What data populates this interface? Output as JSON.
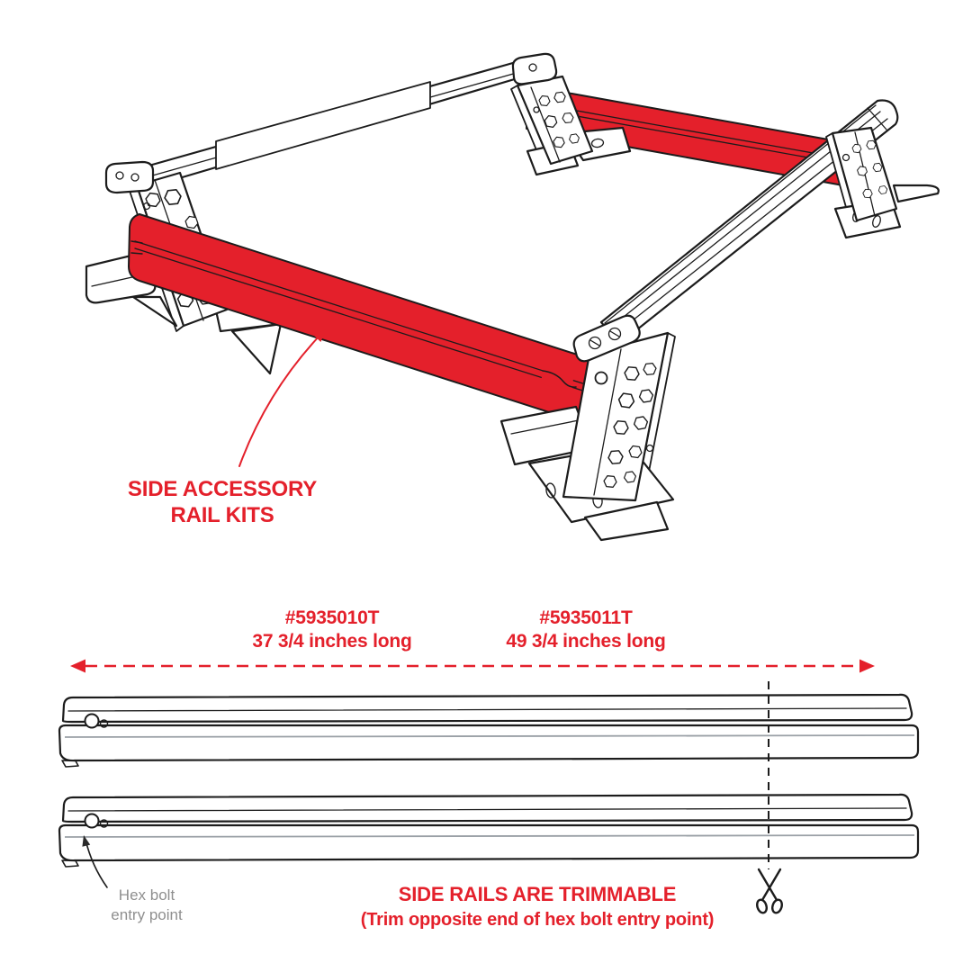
{
  "title": "Side accessory rail kit diagram",
  "colors": {
    "accent_red": "#E4202B",
    "ink": "#1C1C1C",
    "muted_gray": "#8F8F8F",
    "rail_inner_gray": "#9AA0A6"
  },
  "callout": {
    "line1": "SIDE ACCESSORY",
    "line2": "RAIL KITS"
  },
  "parts": [
    {
      "number": "#5935010T",
      "length": "37 3/4 inches long"
    },
    {
      "number": "#5935011T",
      "length": "49 3/4 inches long"
    }
  ],
  "hex_bolt_note": {
    "line1": "Hex bolt",
    "line2": "entry point"
  },
  "trim_note": {
    "line1": "SIDE RAILS ARE TRIMMABLE",
    "line2": "(Trim opposite end of hex bolt entry point)"
  },
  "icons": {
    "scissors": "scissors-icon",
    "dimension_arrow": "double-headed-dashed-arrow",
    "callout_arrow": "curved-red-arrow",
    "leader_arrow": "curved-black-leader-arrow",
    "hex_bolt": "hex-bolt-in-slot"
  }
}
